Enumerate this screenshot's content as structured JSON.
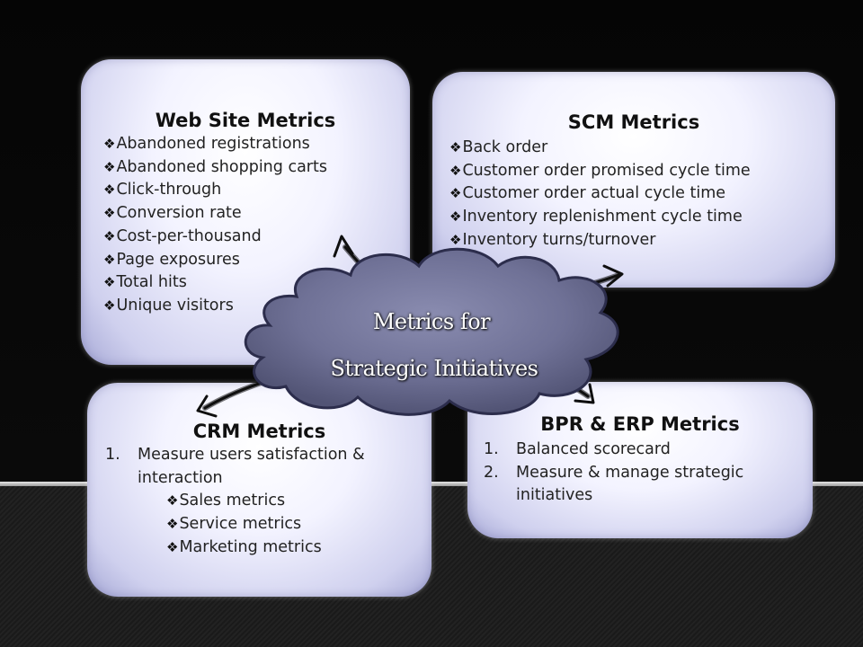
{
  "web_site_metrics": {
    "title": "Web Site Metrics",
    "bullet": "❖",
    "items": [
      "Abandoned registrations",
      "Abandoned shopping carts",
      "Click-through",
      "Conversion rate",
      "Cost-per-thousand",
      "Page exposures",
      "Total hits",
      "Unique visitors"
    ]
  },
  "scm_metrics": {
    "title": "SCM Metrics",
    "bullet": "❖",
    "items": [
      "Back order",
      "Customer order promised cycle time",
      "Customer order actual cycle time",
      "Inventory replenishment cycle time",
      "Inventory turns/turnover"
    ]
  },
  "crm_metrics": {
    "title": "CRM Metrics",
    "numbered_item": {
      "number": "1.",
      "line1": "Measure users satisfaction &",
      "line2": "interaction"
    },
    "bullet": "❖",
    "sub_items": [
      "Sales metrics",
      "Service metrics",
      "Marketing metrics"
    ]
  },
  "bpr_erp_metrics": {
    "title": "BPR & ERP Metrics",
    "items": [
      {
        "number": "1.",
        "line1": "Balanced scorecard"
      },
      {
        "number": "2.",
        "line1": "Measure & manage strategic",
        "line2": "initiatives"
      }
    ]
  },
  "center": {
    "line1": "Metrics for",
    "line2": "Strategic Initiatives"
  },
  "colors": {
    "panel_fill": "#f3f3ff",
    "panel_edge": "#a7a9d6",
    "cloud_fill": "#6f7196",
    "cloud_stroke": "#2c2d4c",
    "background": "#000000"
  }
}
